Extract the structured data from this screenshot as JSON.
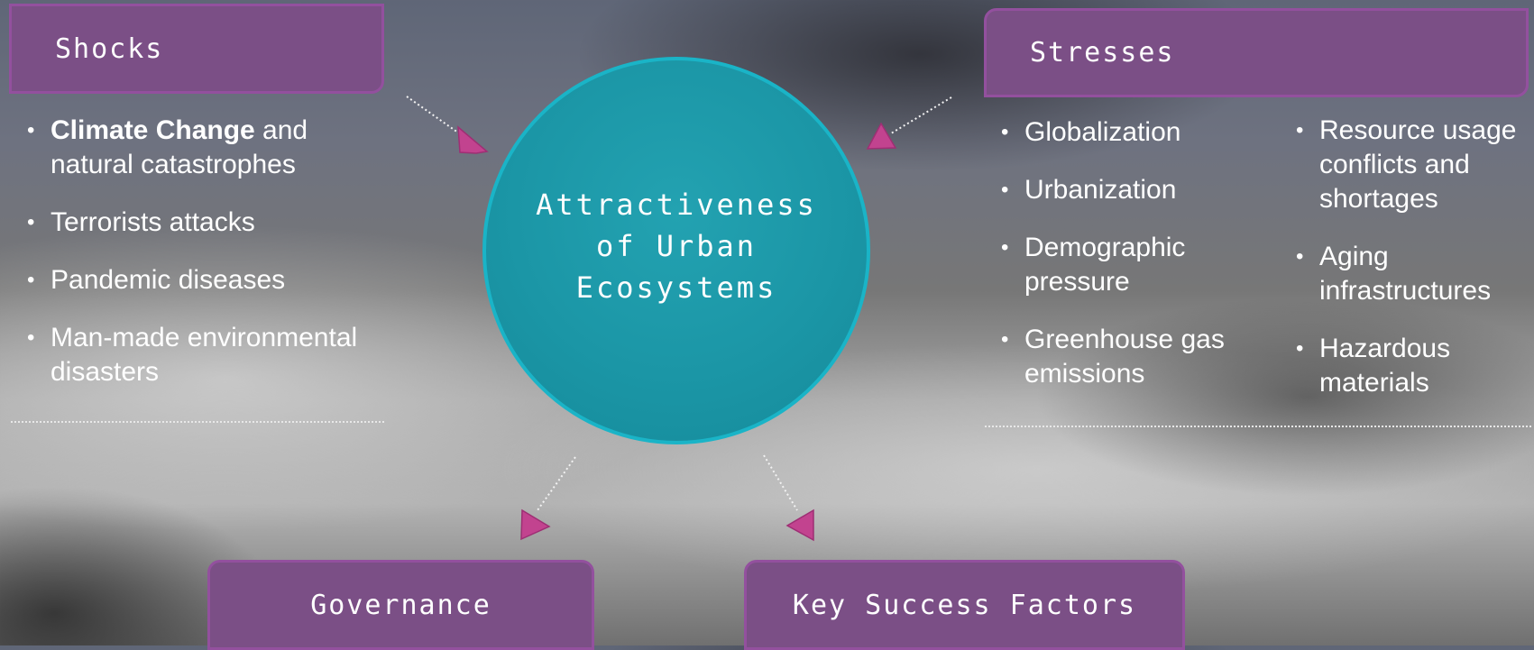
{
  "shocks": {
    "title": "Shocks",
    "items": [
      {
        "bold": "Climate Change",
        "rest": " and natural catastrophes"
      },
      {
        "bold": "",
        "rest": "Terrorists attacks"
      },
      {
        "bold": "",
        "rest": "Pandemic  diseases"
      },
      {
        "bold": "",
        "rest": "Man-made environmental disasters"
      }
    ]
  },
  "stresses": {
    "title": "Stresses",
    "column1": [
      "Globalization",
      "Urbanization",
      "Demographic pressure",
      "Greenhouse gas emissions"
    ],
    "column2": [
      "Resource usage conflicts and shortages",
      "Aging infrastructures",
      "Hazardous materials"
    ]
  },
  "center": {
    "text": "Attractiveness\nof Urban\nEcosystems"
  },
  "governance": {
    "title": "Governance"
  },
  "key_success_factors": {
    "title": "Key Success Factors"
  },
  "colors": {
    "box_fill": "#7b4f86",
    "box_border": "#93509e",
    "circle_fill": "#1b96a6",
    "circle_border": "#1ab4c7",
    "arrow_head": "#c2438f"
  }
}
